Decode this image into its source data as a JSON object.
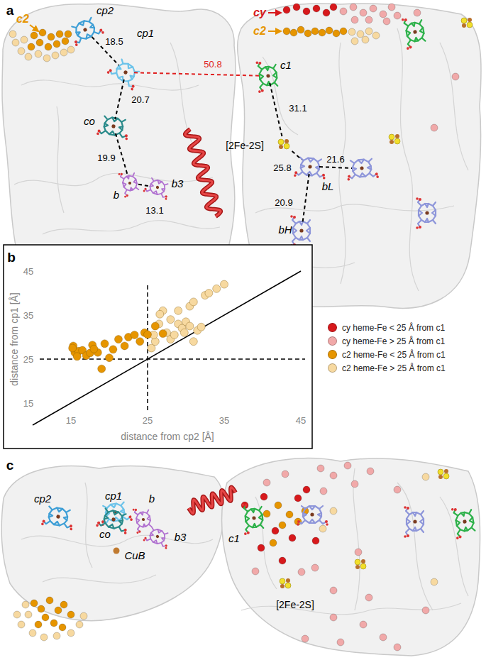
{
  "diagram": {
    "nodes": [
      {
        "text": [
          "cp2"
        ]
      },
      {
        "text": [
          "cp1"
        ]
      },
      {
        "text": [
          "co"
        ]
      },
      {
        "text": [
          "b"
        ]
      },
      {
        "text": [
          "b3"
        ]
      },
      {
        "text": [
          "c1"
        ]
      },
      {
        "text": [
          "[2Fe-2S]"
        ]
      },
      {
        "text": [
          "bL"
        ]
      },
      {
        "text": [
          "bH"
        ]
      }
    ],
    "edges": [
      {
        "from": 0,
        "to": 1,
        "arrow": "none",
        "label": "18.5"
      },
      {
        "from": 1,
        "to": 5,
        "arrow": "none",
        "label": "50.8"
      },
      {
        "from": 1,
        "to": 2,
        "arrow": "none",
        "label": "20.7"
      },
      {
        "from": 2,
        "to": 3,
        "arrow": "none",
        "label": "19.9"
      },
      {
        "from": 3,
        "to": 4,
        "arrow": "none",
        "label": "13.1"
      },
      {
        "from": 5,
        "to": 6,
        "arrow": "none",
        "label": "31.1"
      },
      {
        "from": 6,
        "to": 7,
        "arrow": "none",
        "label": "25.8"
      },
      {
        "from": 7,
        "to": 8,
        "arrow": "none",
        "label": "20.9"
      }
    ],
    "labels": [
      "a",
      "cy",
      "c2",
      "c2",
      "21.6",
      "b",
      "45",
      "35",
      "25",
      "15",
      "15",
      "25",
      "35",
      "45",
      "distance from cp1 [Å]",
      "distance from cp2 [Å]",
      "c",
      "cp2",
      "cp1",
      "co",
      "b",
      "b3",
      "CuB",
      "c1",
      "[2Fe-2S]"
    ],
    "legend": [
      {
        "text": "cy heme-Fe < 25 Å from c1",
        "color": "#d7191c"
      },
      {
        "text": "cy heme-Fe > 25 Å from c1",
        "color": "#f1a9a9"
      },
      {
        "text": "c2 heme-Fe < 25 Å from c1",
        "color": "#e69500"
      },
      {
        "text": "c2 heme-Fe > 25 Å from c1",
        "color": "#f7d9a0"
      }
    ]
  }
}
